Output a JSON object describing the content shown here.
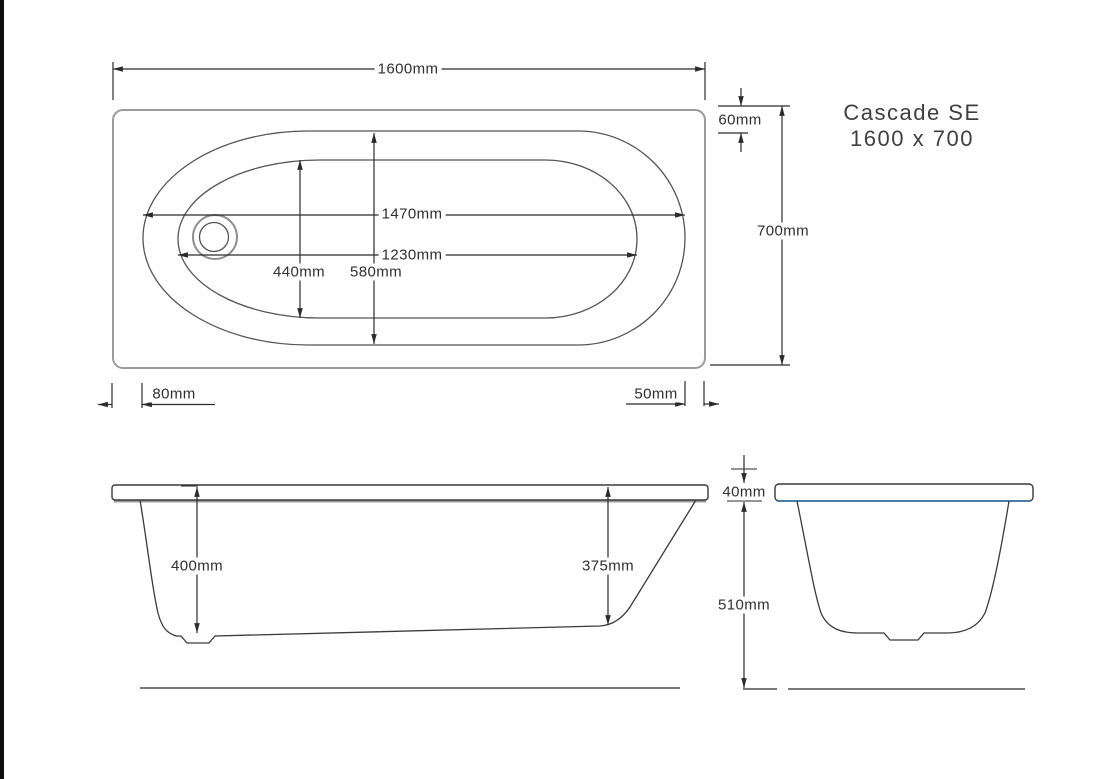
{
  "title": {
    "line1": "Cascade SE",
    "line2": "1600 x 700"
  },
  "labels": {
    "plan_overall_length": "1600mm",
    "plan_rim_top": "60mm",
    "plan_overall_width": "700mm",
    "plan_inner_rim_length": "1470mm",
    "plan_floor_length": "1230mm",
    "plan_floor_width": "440mm",
    "plan_inner_rim_width": "580mm",
    "plan_rim_left": "80mm",
    "plan_rim_right": "50mm",
    "side_depth_left": "400mm",
    "side_depth_right": "375mm",
    "end_rim_thickness": "40mm",
    "end_height": "510mm"
  },
  "colors": {
    "line": "#2b2b2b",
    "secondary_line": "#9b9b9b",
    "outline": "#4a4a4a",
    "rim_underside_accent": "#4a7ca6",
    "text": "#2f2f2f",
    "background": "#ffffff"
  }
}
